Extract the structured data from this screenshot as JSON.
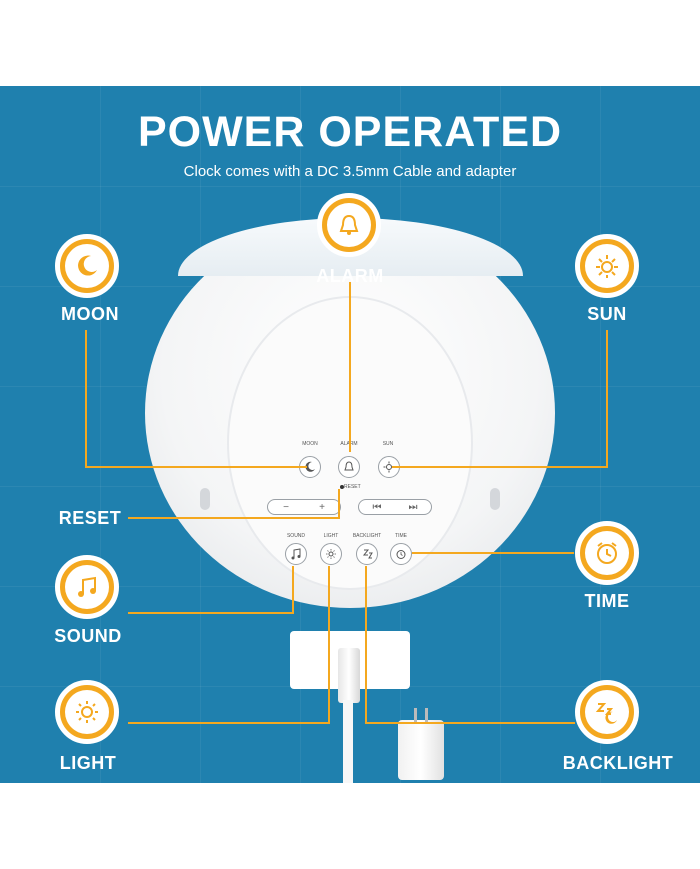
{
  "header": {
    "title": "POWER OPERATED",
    "subtitle": "Clock comes with a DC 3.5mm Cable and adapter"
  },
  "features": {
    "alarm": "ALARM",
    "moon": "MOON",
    "sun": "SUN",
    "reset": "RESET",
    "time": "TIME",
    "sound": "SOUND",
    "light": "LIGHT",
    "backlight": "BACKLIGHT"
  },
  "device_labels": {
    "moon": "MOON",
    "alarm": "ALARM",
    "sun": "SUN",
    "reset": "RESET",
    "sound": "SOUND",
    "light": "LIGHT",
    "backlight": "BACKLIGHT",
    "time": "TIME",
    "minus": "−",
    "plus": "+",
    "prev": "⏮",
    "next": "⏭"
  },
  "colors": {
    "background": "#1f80ae",
    "accent": "#f4a81f",
    "text": "#ffffff"
  },
  "icons": [
    "moon-icon",
    "alarm-bell-icon",
    "sun-icon",
    "music-note-icon",
    "light-bulb-icon",
    "clock-icon",
    "sleep-moon-icon"
  ]
}
